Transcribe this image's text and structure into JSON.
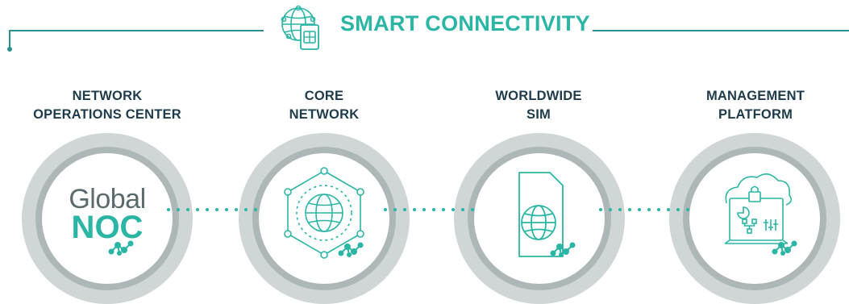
{
  "header": {
    "title": "SMART CONNECTIVITY",
    "icon": "globe-sim-icon"
  },
  "pillars": [
    {
      "line1": "NETWORK",
      "line2": "OPERATIONS CENTER",
      "icon": "global-noc-logo",
      "logo_top": "Global",
      "logo_bottom": "NOC"
    },
    {
      "line1": "CORE",
      "line2": "NETWORK",
      "icon": "hexagon-globe-icon"
    },
    {
      "line1": "WORLDWIDE",
      "line2": "SIM",
      "icon": "sim-globe-icon"
    },
    {
      "line1": "MANAGEMENT",
      "line2": "PLATFORM",
      "icon": "cloud-platform-icon"
    }
  ],
  "colors": {
    "accent": "#2ab5a5",
    "dark_text": "#1e3b4a",
    "line": "#2e8f93",
    "ring_outer": "#cfd6d5",
    "ring_mid": "#aeb7b7"
  }
}
